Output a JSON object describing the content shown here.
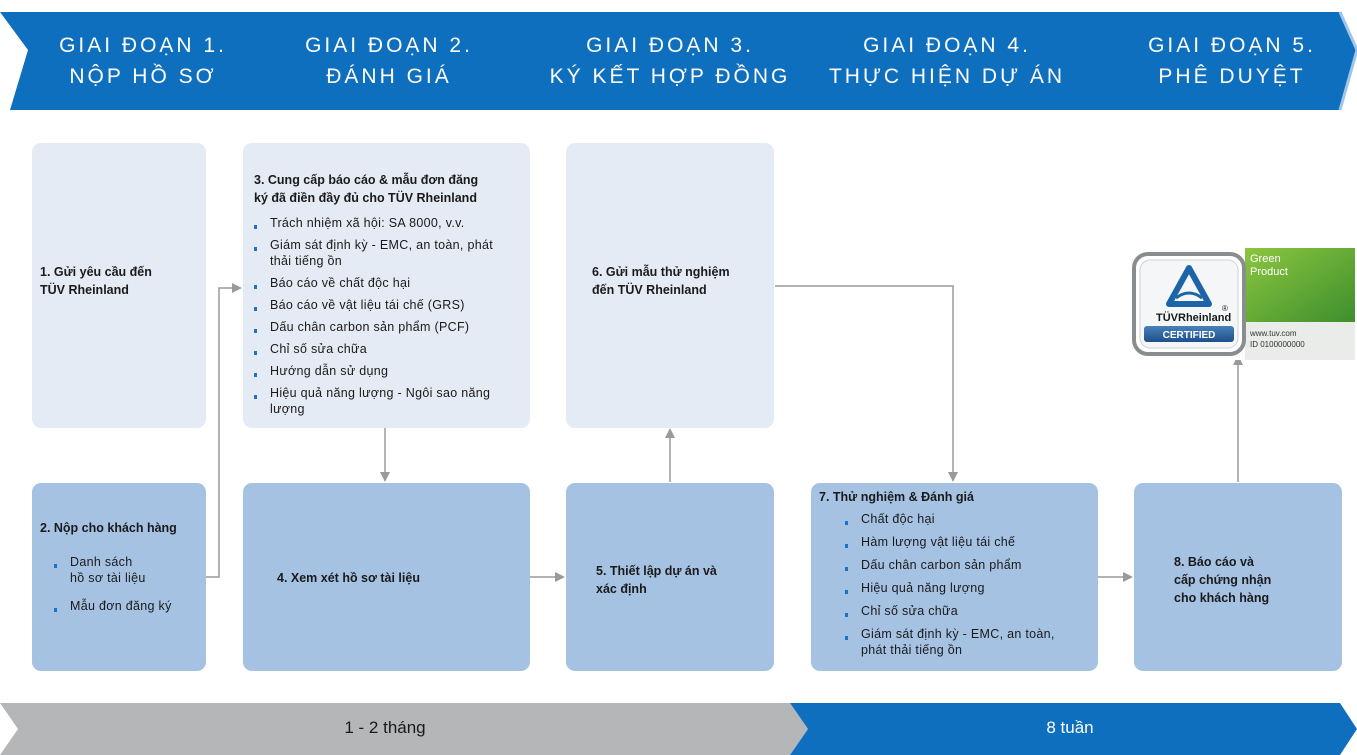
{
  "phases": [
    {
      "line1": "GIAI ĐOẠN 1.",
      "line2": "NỘP HỒ SƠ"
    },
    {
      "line1": "GIAI ĐOẠN 2.",
      "line2": "ĐÁNH GIÁ"
    },
    {
      "line1": "GIAI ĐOẠN 3.",
      "line2": "KÝ KẾT HỢP ĐỒNG"
    },
    {
      "line1": "GIAI ĐOẠN 4.",
      "line2": "THỰC HIỆN DỰ ÁN"
    },
    {
      "line1": "GIAI ĐOẠN 5.",
      "line2": "PHÊ DUYỆT"
    }
  ],
  "steps": {
    "s1": {
      "title_l1": "1. Gửi yêu cầu đến",
      "title_l2": "TÜV Rheinland"
    },
    "s2": {
      "title": "2. Nộp cho khách hàng",
      "item1_l1": "Danh sách",
      "item1_l2": "hồ sơ tài liệu",
      "item2": "Mẫu đơn đăng ký"
    },
    "s3": {
      "title_l1": "3. Cung cấp báo cáo & mẫu đơn đăng",
      "title_l2": "ký đã điền đầy đủ cho TÜV Rheinland",
      "items": [
        "Trách nhiệm xã hội: SA 8000, v.v.",
        "Giám sát định kỳ - EMC, an toàn, phát thải tiếng ồn",
        "Báo cáo về chất độc hại",
        "Báo cáo về vật liệu tái chế (GRS)",
        "Dấu chân carbon sản phẩm (PCF)",
        "Chỉ số sửa chữa",
        "Hướng dẫn sử dụng",
        "Hiệu quả năng lượng - Ngôi sao năng lượng"
      ]
    },
    "s4": {
      "title": "4. Xem xét hồ sơ tài liệu"
    },
    "s5": {
      "title_l1": "5. Thiết lập dự án và",
      "title_l2": "xác định"
    },
    "s6": {
      "title_l1": "6. Gửi mẫu thử nghiệm",
      "title_l2": "đến TÜV Rheinland"
    },
    "s7": {
      "title": "7. Thử nghiệm & Đánh giá",
      "items": [
        "Chất độc hại",
        "Hàm lượng vật liệu tái chế",
        "Dấu chân carbon sản phẩm",
        "Hiệu quả năng lượng",
        "Chỉ số sửa chữa",
        "Giám sát định kỳ - EMC, an toàn, phát thải tiếng ồn"
      ]
    },
    "s8": {
      "title_l1": "8. Báo cáo và",
      "title_l2": "cấp chứng nhận",
      "title_l3": "cho khách hàng"
    }
  },
  "certificate": {
    "brand": "TÜVRheinland",
    "registered": "®",
    "certified": "CERTIFIED",
    "green_l1": "Green",
    "green_l2": "Product",
    "url": "www.tuv.com",
    "id": "ID 0100000000"
  },
  "timeline": {
    "left_label": "1 - 2 tháng",
    "right_label": "8 tuần"
  },
  "colors": {
    "banner_blue": "#0f6fbf",
    "light_box": "#e5ebf4",
    "mid_box": "#a6c2e3",
    "timeline_grey": "#b4b6b8",
    "timeline_blue": "#0f6fbf",
    "connector": "#9a9a9a",
    "cert_green": "#6db33f"
  }
}
